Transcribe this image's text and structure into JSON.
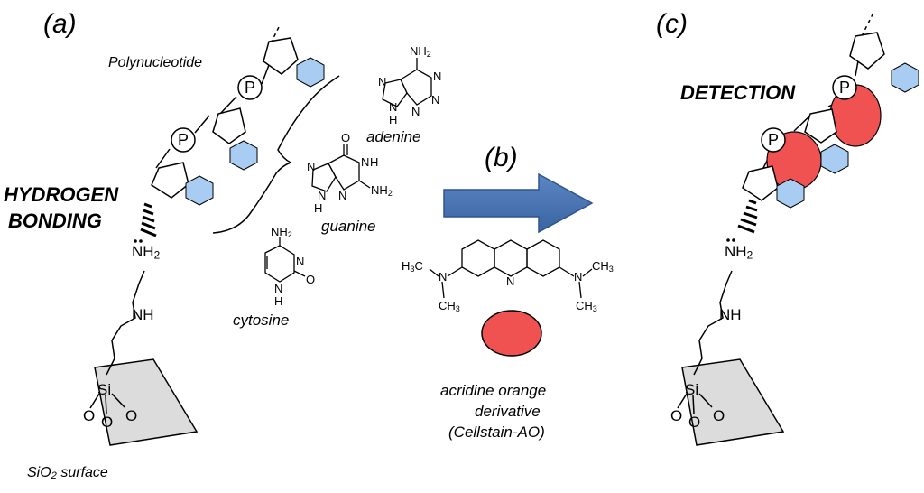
{
  "panels": {
    "a": "(a)",
    "b": "(b)",
    "c": "(c)"
  },
  "labels": {
    "polynucleotide": "Polynucleotide",
    "hydrogen": "HYDROGEN",
    "bonding": "BONDING",
    "detection": "DETECTION",
    "adenine": "adenine",
    "guanine": "guanine",
    "cytosine": "cytosine",
    "dye_line1": "acridine orange",
    "dye_line2": "derivative",
    "dye_line3": "(Cellstain-AO)",
    "surface_prefix": "SiO",
    "surface_sub": "2",
    "surface_suffix": " surface"
  },
  "atoms": {
    "phosphate": "P",
    "nh2_main": "NH",
    "nh2_sub": "2",
    "nh": "NH",
    "si": "Si",
    "o": "O",
    "n": "N",
    "h": "H",
    "ch3_c": "CH",
    "ch3_sub": "3",
    "h3c_h": "H",
    "h3c_c": "C"
  },
  "colors": {
    "base_hexagon": "#a9cdf2",
    "dye_red": "#f05252",
    "arrow_blue": "#4a74b3",
    "surface_gray": "#dcdcdc"
  }
}
